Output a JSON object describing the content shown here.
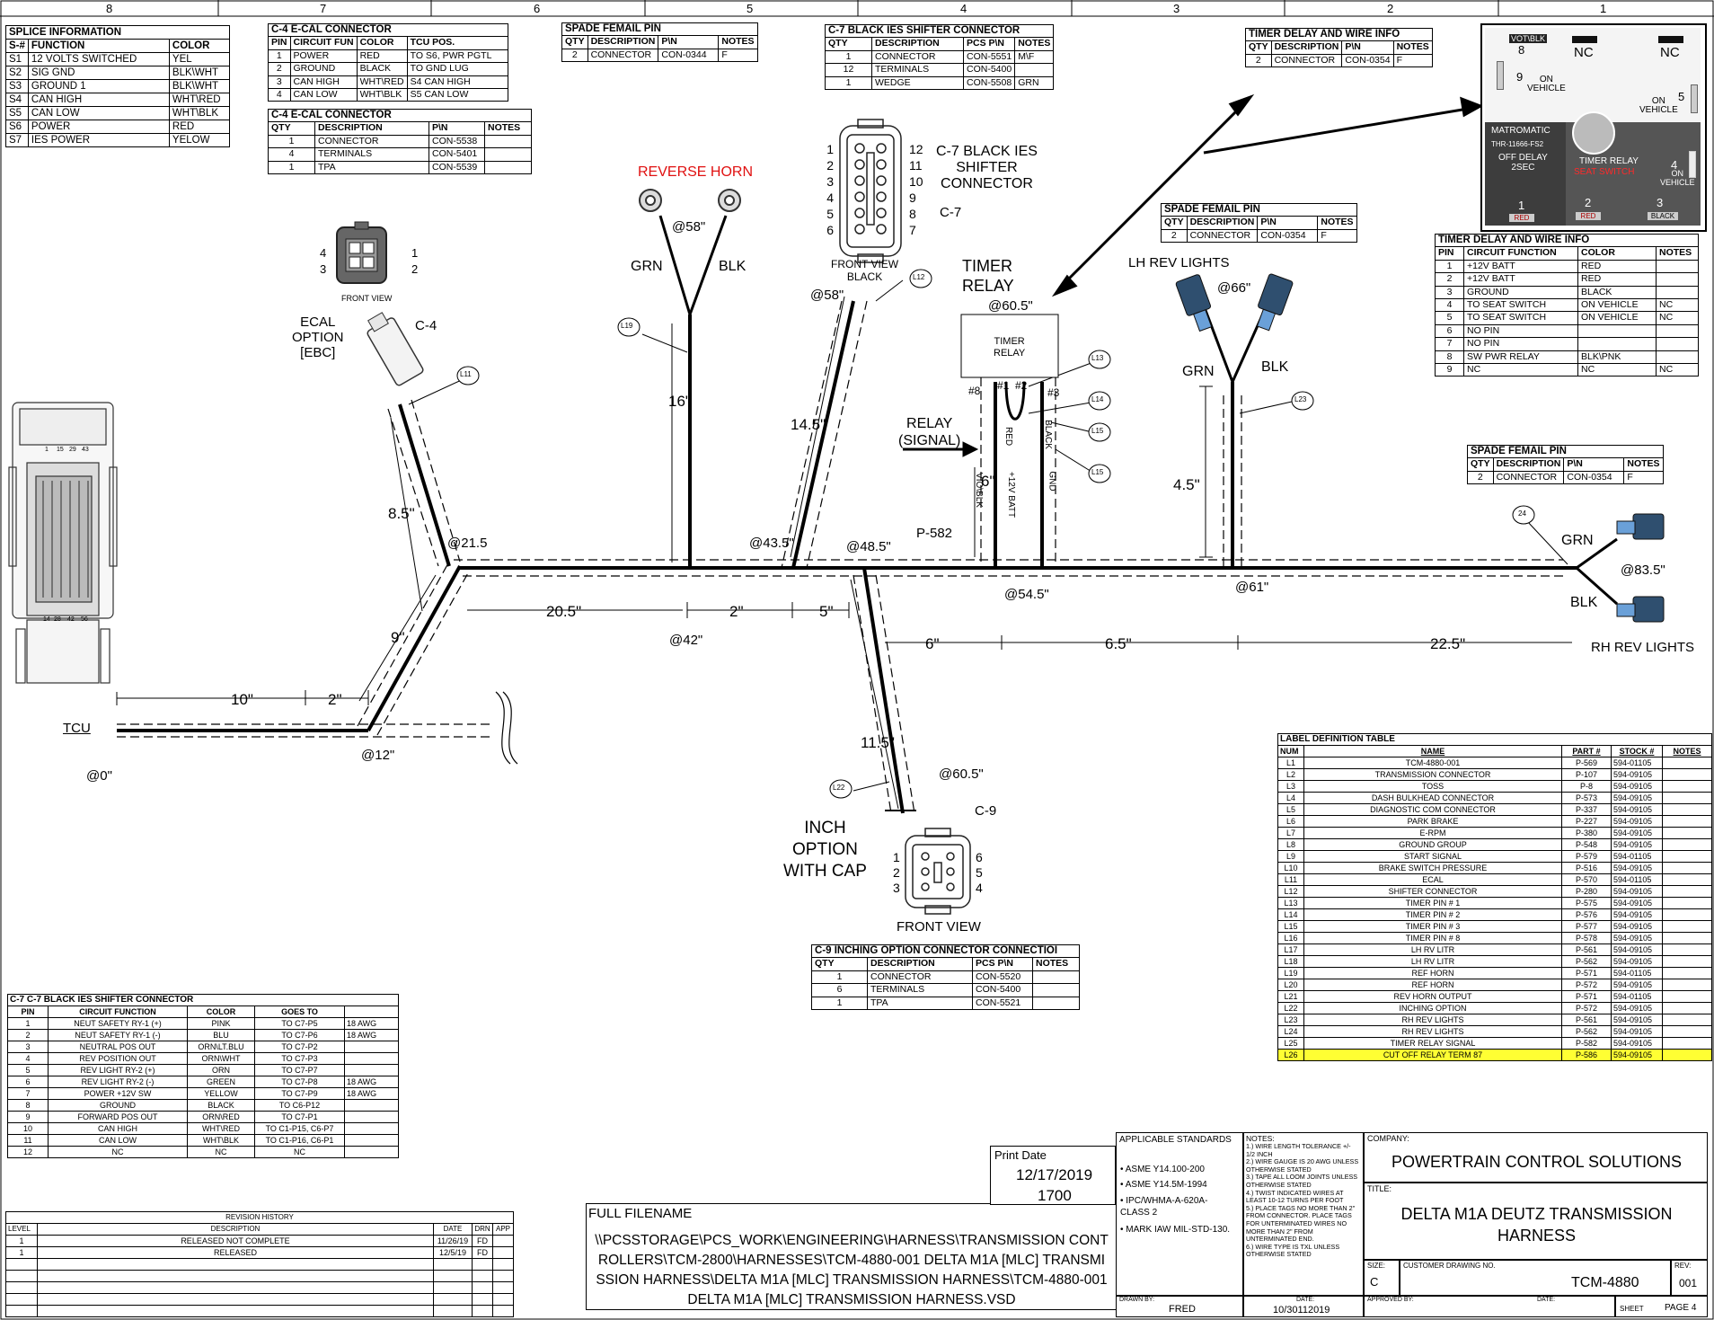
{
  "zones": [
    "8",
    "7",
    "6",
    "5",
    "4",
    "3",
    "2",
    "1"
  ],
  "splice": {
    "title": "SPLICE INFORMATION",
    "headers": [
      "S-#",
      "FUNCTION",
      "COLOR"
    ],
    "rows": [
      [
        "S1",
        "12 VOLTS SWITCHED",
        "YEL"
      ],
      [
        "S2",
        "SIG GND",
        "BLK\\WHT"
      ],
      [
        "S3",
        "GROUND 1",
        "BLK\\WHT"
      ],
      [
        "S4",
        "CAN HIGH",
        "WHT\\RED"
      ],
      [
        "S5",
        "CAN LOW",
        "WHT\\BLK"
      ],
      [
        "S6",
        "POWER",
        "RED"
      ],
      [
        "S7",
        "IES POWER",
        "YELOW"
      ]
    ]
  },
  "c4_ecal": {
    "title": "C-4  E-CAL  CONNECTOR",
    "headers": [
      "PIN",
      "CIRCUIT FUN",
      "COLOR",
      "TCU POS."
    ],
    "rows": [
      [
        "1",
        "POWER",
        "RED",
        "TO  S6, PWR PGTL"
      ],
      [
        "2",
        "GROUND",
        "BLACK",
        "TO GND LUG"
      ],
      [
        "3",
        "CAN HIGH",
        "WHT\\RED",
        "S4  CAN HIGH"
      ],
      [
        "4",
        "CAN LOW",
        "WHT\\BLK",
        "S5  CAN LOW"
      ]
    ]
  },
  "c4_parts": {
    "title": "C-4  E-CAL  CONNECTOR",
    "headers": [
      "QTY",
      "DESCRIPTION",
      "P\\N",
      "NOTES"
    ],
    "rows": [
      [
        "1",
        "CONNECTOR",
        "CON-5538",
        ""
      ],
      [
        "4",
        "TERMINALS",
        "CON-5401",
        ""
      ],
      [
        "1",
        "TPA",
        "CON-5539",
        ""
      ]
    ]
  },
  "spade1": {
    "title": "SPADE FEMAIL PIN",
    "headers": [
      "QTY",
      "DESCRIPTION",
      "P\\N",
      "NOTES"
    ],
    "rows": [
      [
        "2",
        "CONNECTOR",
        "CON-0344",
        "F"
      ]
    ]
  },
  "c7_parts": {
    "title": "C-7 BLACK IES SHIFTER CONNECTOR",
    "headers": [
      "QTY",
      "DESCRIPTION",
      "PCS P\\N",
      "NOTES"
    ],
    "rows": [
      [
        "1",
        "CONNECTOR",
        "CON-5551",
        "M\\F"
      ],
      [
        "12",
        "TERMINALS",
        "CON-5400",
        ""
      ],
      [
        "1",
        "WEDGE",
        "CON-5508",
        "GRN"
      ]
    ]
  },
  "timer_parts": {
    "title": "TIMER DELAY AND WIRE INFO",
    "headers": [
      "QTY",
      "DESCRIPTION",
      "P\\N",
      "NOTES"
    ],
    "rows": [
      [
        "2",
        "CONNECTOR",
        "CON-0354",
        "F"
      ]
    ]
  },
  "spade2": {
    "title": "SPADE FEMAIL PIN",
    "headers": [
      "QTY",
      "DESCRIPTION",
      "P\\N",
      "NOTES"
    ],
    "rows": [
      [
        "2",
        "CONNECTOR",
        "CON-0354",
        "F"
      ]
    ]
  },
  "spade3": {
    "title": "SPADE FEMAIL PIN",
    "headers": [
      "QTY",
      "DESCRIPTION",
      "P\\N",
      "NOTES"
    ],
    "rows": [
      [
        "2",
        "CONNECTOR",
        "CON-0354",
        "F"
      ]
    ]
  },
  "timer_pins": {
    "title": "TIMER DELAY AND WIRE INFO",
    "headers": [
      "PIN",
      "CIRCUIT FUNCTION",
      "COLOR",
      "NOTES"
    ],
    "rows": [
      [
        "1",
        "+12V BATT",
        "RED",
        ""
      ],
      [
        "2",
        "+12V BATT",
        "RED",
        ""
      ],
      [
        "3",
        "GROUND",
        "BLACK",
        ""
      ],
      [
        "4",
        "TO SEAT SWITCH",
        "ON VEHICLE",
        "NC"
      ],
      [
        "5",
        "TO SEAT SWITCH",
        "ON VEHICLE",
        "NC"
      ],
      [
        "6",
        "NO PIN",
        "",
        ""
      ],
      [
        "7",
        "NO PIN",
        "",
        ""
      ],
      [
        "8",
        "SW PWR RELAY",
        "BLK\\PNK",
        ""
      ],
      [
        "9",
        "NC",
        "NC",
        "NC"
      ]
    ]
  },
  "relay_photo": {
    "pin8": "VOT\\BLK",
    "pin8_num": "8",
    "nc1": "NC",
    "nc2": "NC",
    "pin9": "9",
    "on_vehicle_9": "ON\nVEHICLE",
    "pin5": "5",
    "on_vehicle_5": "ON\nVEHICLE",
    "brand": "MATROMATIC",
    "model": "THR-11666-FS2",
    "delay": "OFF DELAY\n2SEC",
    "relay_name": "TIMER RELAY",
    "seat_switch": "SEAT SWITCH",
    "pin4": "4",
    "on_vehicle_4": "ON\nVEHICLE",
    "pin1": "1",
    "pin1_color": "RED",
    "pin2": "2",
    "pin2_color": "RED",
    "pin3": "3",
    "pin3_color": "BLACK"
  },
  "c7_pins": {
    "title": "C-7 C-7 BLACK IES SHIFTER CONNECTOR",
    "headers": [
      "PIN",
      "CIRCUIT FUNCTION",
      "COLOR",
      "GOES TO",
      ""
    ],
    "rows": [
      [
        "1",
        "NEUT SAFETY RY-1 (+)",
        "PINK",
        "TO C7-P5",
        "18 AWG"
      ],
      [
        "2",
        "NEUT SAFETY RY-1 (-)",
        "BLU",
        "TO C7-P6",
        "18 AWG"
      ],
      [
        "3",
        "NEUTRAL POS OUT",
        "ORN\\LT.BLU",
        "TO C7-P2",
        ""
      ],
      [
        "4",
        "REV POSITION OUT",
        "ORN\\WHT",
        "TO C7-P3",
        ""
      ],
      [
        "5",
        "REV LIGHT RY-2 (+)",
        "ORN",
        "TO C7-P7",
        ""
      ],
      [
        "6",
        "REV LIGHT RY-2 (-)",
        "GREEN",
        "TO C7-P8",
        "18 AWG"
      ],
      [
        "7",
        "POWER  +12V SW",
        "YELLOW",
        "TO C7-P9",
        "18 AWG"
      ],
      [
        "8",
        "GROUND",
        "BLACK",
        "TO C6-P12",
        ""
      ],
      [
        "9",
        "FORWARD POS OUT",
        "ORN\\RED",
        "TO C7-P1",
        ""
      ],
      [
        "10",
        "CAN HIGH",
        "WHT\\RED",
        "TO C1-P15, C6-P7",
        ""
      ],
      [
        "11",
        "CAN LOW",
        "WHT\\BLK",
        "TO C1-P16, C6-P1",
        ""
      ],
      [
        "12",
        "NC",
        "NC",
        "NC",
        ""
      ]
    ]
  },
  "c9_parts": {
    "title": "C-9  INCHING OPTION CONNECTOR CONNECTIOI",
    "headers": [
      "QTY",
      "DESCRIPTION",
      "PCS P\\N",
      "NOTES"
    ],
    "rows": [
      [
        "1",
        "CONNECTOR",
        "CON-5520",
        ""
      ],
      [
        "6",
        "TERMINALS",
        "CON-5400",
        ""
      ],
      [
        "1",
        "TPA",
        "CON-5521",
        ""
      ]
    ]
  },
  "labels_table": {
    "title": "LABEL DEFINITION TABLE",
    "headers": [
      "NUM",
      "NAME",
      "PART #",
      "STOCK #",
      "NOTES"
    ],
    "rows": [
      [
        "L1",
        "TCM-4880-001",
        "P-569",
        "594-01105",
        ""
      ],
      [
        "L2",
        "TRANSMISSION CONNECTOR",
        "P-107",
        "594-09105",
        ""
      ],
      [
        "L3",
        "TOSS",
        "P-8",
        "594-09105",
        ""
      ],
      [
        "L4",
        "DASH BULKHEAD CONNECTOR",
        "P-573",
        "594-09105",
        ""
      ],
      [
        "L5",
        "DIAGNOSTIC COM CONNECTOR",
        "P-337",
        "594-09105",
        ""
      ],
      [
        "L6",
        "PARK BRAKE",
        "P-227",
        "594-09105",
        ""
      ],
      [
        "L7",
        "E-RPM",
        "P-380",
        "594-09105",
        ""
      ],
      [
        "L8",
        "GROUND GROUP",
        "P-548",
        "594-09105",
        ""
      ],
      [
        "L9",
        "START SIGNAL",
        "P-579",
        "594-01105",
        ""
      ],
      [
        "L10",
        "BRAKE SWITCH PRESSURE",
        "P-516",
        "594-09105",
        ""
      ],
      [
        "L11",
        "ECAL",
        "P-570",
        "594-01105",
        ""
      ],
      [
        "L12",
        "SHIFTER CONNECTOR",
        "P-280",
        "594-09105",
        ""
      ],
      [
        "L13",
        "TIMER PIN # 1",
        "P-575",
        "594-09105",
        ""
      ],
      [
        "L14",
        "TIMER PIN # 2",
        "P-576",
        "594-09105",
        ""
      ],
      [
        "L15",
        "TIMER PIN # 3",
        "P-577",
        "594-09105",
        ""
      ],
      [
        "L16",
        "TIMER PIN # 8",
        "P-578",
        "594-09105",
        ""
      ],
      [
        "L17",
        "LH RV LITR",
        "P-561",
        "594-09105",
        ""
      ],
      [
        "L18",
        "LH RV LITR",
        "P-562",
        "594-09105",
        ""
      ],
      [
        "L19",
        "REF HORN",
        "P-571",
        "594-01105",
        ""
      ],
      [
        "L20",
        "REF HORN",
        "P-572",
        "594-09105",
        ""
      ],
      [
        "L21",
        "REV HORN OUTPUT",
        "P-571",
        "594-01105",
        ""
      ],
      [
        "L22",
        "INCHING OPTION",
        "P-572",
        "594-09105",
        ""
      ],
      [
        "L23",
        "RH REV LIGHTS",
        "P-561",
        "594-09105",
        ""
      ],
      [
        "L24",
        "RH REV LIGHTS",
        "P-562",
        "594-09105",
        ""
      ],
      [
        "L25",
        "TIMER RELAY SIGNAL",
        "P-582",
        "594-09105",
        ""
      ],
      [
        "L26",
        "CUT OFF RELAY TERM  87",
        "P-586",
        "594-09105",
        ""
      ]
    ]
  },
  "revision": {
    "title": "REVISION HISTORY",
    "headers": [
      "LEVEL",
      "DESCRIPTION",
      "DATE",
      "DRN",
      "APP"
    ],
    "rows": [
      [
        "1",
        "RELEASED NOT COMPLETE",
        "11/26/19",
        "FD",
        ""
      ],
      [
        "1",
        "RELEASED",
        "12/5/19",
        "FD",
        ""
      ]
    ]
  },
  "filename": {
    "label": "FULL FILENAME",
    "path": "\\\\PCSSTORAGE\\PCS_WORK\\ENGINEERING\\HARNESS\\TRANSMISSION CONTROLLERS\\TCM-2800\\HARNESSES\\TCM-4880-001  DELTA M1A [MLC] TRANSMISSION HARNESS\\DELTA M1A [MLC] TRANSMISSION HARNESS\\TCM-4880-001  DELTA M1A [MLC] TRANSMISSION HARNESS.VSD"
  },
  "print_date": {
    "label": "Print Date",
    "date": "12/17/2019",
    "time": "1700"
  },
  "title_block": {
    "standards_label": "APPLICABLE STANDARDS",
    "standards": [
      "ASME  Y14.100-200",
      "ASME  Y14.5M-1994",
      "IPC/WHMA-A-620A- CLASS 2",
      "MARK IAW MIL-STD-130."
    ],
    "notes_label": "NOTES:",
    "notes": [
      "1.) WIRE LENGTH TOLERANCE +/- 1/2 INCH",
      "2.) WIRE GAUGE IS 20 AWG UNLESS OTHERWISE STATED",
      "3.) TAPE ALL LOOM JOINTS UNLESS OTHERWISE STATED",
      "4.) TWIST INDICATED WIRES AT LEAST 10-12 TURNS PER FOOT",
      "5.) PLACE TAGS NO MORE THAN 2\" FROM CONNECTOR.  PLACE TAGS FOR UNTERMINATED WIRES NO MORE THAN 2\" FROM UNTERMINATED END.",
      "6.) WIRE TYPE IS TXL UNLESS OTHERWISE STATED"
    ],
    "company_label": "COMPANY:",
    "company": "POWERTRAIN CONTROL SOLUTIONS",
    "title_label": "TITLE:",
    "title": "DELTA M1A DEUTZ TRANSMISSION HARNESS",
    "size_label": "SIZE:",
    "size": "C",
    "cust_label": "CUSTOMER DRAWING NO.",
    "dwg": "TCM-4880",
    "rev_label": "REV:",
    "rev": "001",
    "drawn_label": "DRAWN BY:",
    "drawn": "FRED",
    "date_label": "DATE:",
    "date": "10/30112019",
    "approved_label": "APPROVED BY:",
    "date2_label": "DATE:",
    "sheet_label": "SHEET",
    "page": "PAGE 4"
  },
  "diagram": {
    "reverse_horn": "REVERSE HORN",
    "grn": "GRN",
    "blk": "BLK",
    "at58": "@58\"",
    "at58b": "@58\"",
    "c7_title": "C-7 BLACK IES\nSHIFTER\nCONNECTOR",
    "c7": "C-7",
    "front_view_black": "FRONT VIEW\nBLACK",
    "c7_pins_left": [
      "1",
      "2",
      "3",
      "4",
      "5",
      "6"
    ],
    "c7_pins_right": [
      "12",
      "11",
      "10",
      "9",
      "8",
      "7"
    ],
    "timer_relay": "TIMER\nRELAY",
    "at605": "@60.5\"",
    "timer_box": "TIMER\nRELAY",
    "lh_rev": "LH REV LIGHTS",
    "at66": "@66\"",
    "relay_signal": "RELAY\n(SIGNAL)",
    "p582": "P-582",
    "w8": "#8",
    "w1": "#1",
    "w2": "#2",
    "w3": "#3",
    "vio_blk": "VIO\\BLK",
    "red_w": "RED",
    "batt": "+12V BATT",
    "black_w": "BLACK",
    "gnd": "GND",
    "d6": "6\"",
    "ecal": "ECAL\nOPTION\n[EBC]",
    "c4": "C-4",
    "front_view": "FRONT VIEW",
    "c4_pins": [
      "4",
      "3",
      "1",
      "2"
    ],
    "d85": "8.5\"",
    "at215": "@21.5",
    "d9": "9\"",
    "d10": "10\"",
    "d2a": "2\"",
    "tcu": "TCU",
    "at0": "@0\"",
    "at12": "@12\"",
    "d16": "16\"",
    "d145": "14.5\"",
    "at435": "@43.5\"",
    "at485": "@48.5\"",
    "d205": "20.5\"",
    "d2b": "2\"",
    "d5": "5\"",
    "at42": "@42\"",
    "d6b": "6\"",
    "d65": "6.5\"",
    "d225": "22.5\"",
    "at545": "@54.5\"",
    "at61": "@61\"",
    "d45": "4.5\"",
    "grn2": "GRN",
    "blk2": "BLK",
    "grn3": "GRN",
    "blk3": "BLK",
    "at835": "@83.5\"",
    "rh_rev": "RH REV LIGHTS",
    "d115": "11.5\"",
    "at605b": "@60.5\"",
    "c9": "C-9",
    "inch": "INCH\nOPTION\nWITH CAP",
    "c9_pins_left": [
      "1",
      "2",
      "3"
    ],
    "c9_pins_right": [
      "6",
      "5",
      "4"
    ],
    "front_view_c9": "FRONT VIEW",
    "tcu_pins": [
      "1",
      "15",
      "29",
      "43",
      "14",
      "28",
      "42",
      "56"
    ],
    "tags": [
      "L11",
      "L19",
      "L12",
      "L13",
      "L14",
      "L15",
      "L15",
      "L23",
      "24",
      "L22"
    ]
  }
}
